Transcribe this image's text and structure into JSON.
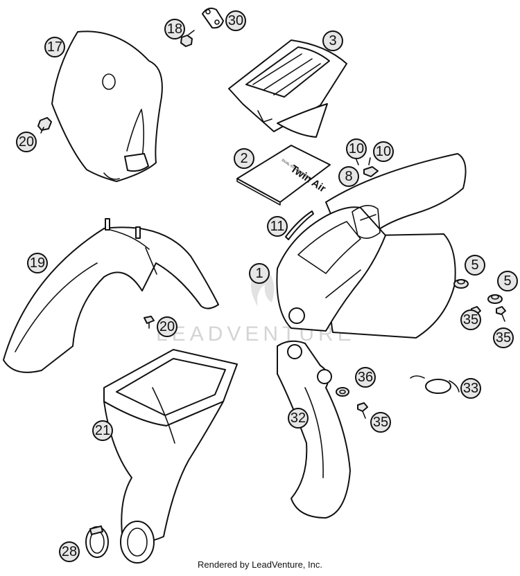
{
  "colors": {
    "line": "#111111",
    "callout_fill": "#e6e6e6",
    "watermark": "#d4d4d4",
    "background": "#ffffff"
  },
  "watermark_text": "LEADVENTURE",
  "footer_text": "Rendered by LeadVenture, Inc.",
  "callouts": [
    {
      "id": "c17",
      "label": "17"
    },
    {
      "id": "c18",
      "label": "18"
    },
    {
      "id": "c30",
      "label": "30"
    },
    {
      "id": "c3",
      "label": "3"
    },
    {
      "id": "c20a",
      "label": "20"
    },
    {
      "id": "c2",
      "label": "2"
    },
    {
      "id": "c10a",
      "label": "10"
    },
    {
      "id": "c10b",
      "label": "10"
    },
    {
      "id": "c8",
      "label": "8"
    },
    {
      "id": "c11",
      "label": "11"
    },
    {
      "id": "c19",
      "label": "19"
    },
    {
      "id": "c1",
      "label": "1"
    },
    {
      "id": "c5a",
      "label": "5"
    },
    {
      "id": "c5b",
      "label": "5"
    },
    {
      "id": "c20b",
      "label": "20"
    },
    {
      "id": "c35a",
      "label": "35"
    },
    {
      "id": "c35b",
      "label": "35"
    },
    {
      "id": "c36",
      "label": "36"
    },
    {
      "id": "c33",
      "label": "33"
    },
    {
      "id": "c21",
      "label": "21"
    },
    {
      "id": "c32",
      "label": "32"
    },
    {
      "id": "c35c",
      "label": "35"
    },
    {
      "id": "c28",
      "label": "28"
    }
  ],
  "filter_box_text": {
    "brand": "Twin Air",
    "subtitle": "DUAL-STAGE FILTER"
  }
}
